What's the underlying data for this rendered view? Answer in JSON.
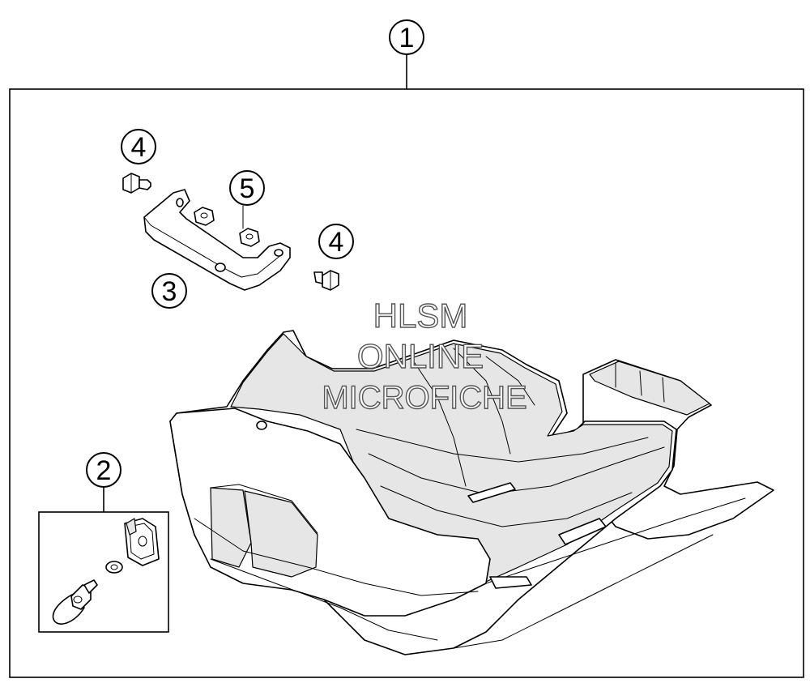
{
  "callouts": {
    "c1": "1",
    "c2": "2",
    "c3": "3",
    "c4a": "4",
    "c4b": "4",
    "c5": "5"
  },
  "watermark": {
    "line1": "HLSM",
    "line2": "ONLINE",
    "line3": "MICROFICHE",
    "color": "#555555"
  }
}
